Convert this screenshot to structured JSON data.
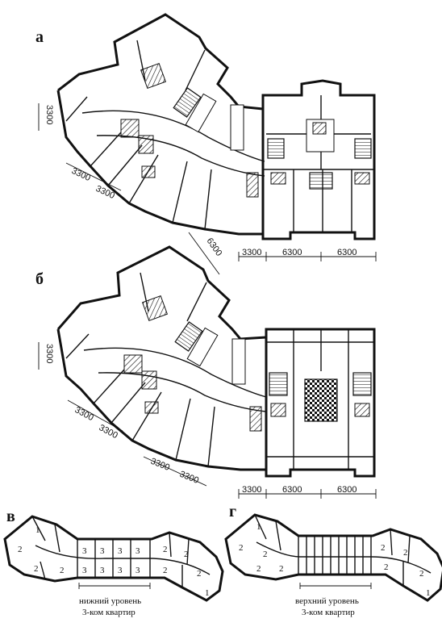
{
  "panels": {
    "a": {
      "letter": "а",
      "dims": {
        "d1": "3300",
        "d2": "3300",
        "d3": "3300",
        "d4": "6300",
        "b1": "3300",
        "b2": "6300",
        "b3": "6300"
      }
    },
    "b": {
      "letter": "б",
      "dims": {
        "d1": "3300",
        "d2": "3300",
        "d3": "3300",
        "b0": "3300",
        "b1": "3300",
        "b2": "6300",
        "b3": "6300"
      }
    },
    "c": {
      "letter": "в",
      "caption_line1": "нижний уровень",
      "caption_line2": "3-ком квартир",
      "room_top": [
        "1",
        "2",
        "3",
        "3",
        "3",
        "3",
        "2",
        "2"
      ],
      "room_bottom": [
        "2",
        "2",
        "3",
        "3",
        "3",
        "3",
        "2",
        "2",
        "1"
      ]
    },
    "d": {
      "letter": "г",
      "caption_line1": "верхний уровень",
      "caption_line2": "3-ком квартир",
      "room_left": [
        "1",
        "2",
        "2",
        "2",
        "2"
      ],
      "room_right": [
        "2",
        "2",
        "2",
        "2",
        "1"
      ]
    }
  }
}
